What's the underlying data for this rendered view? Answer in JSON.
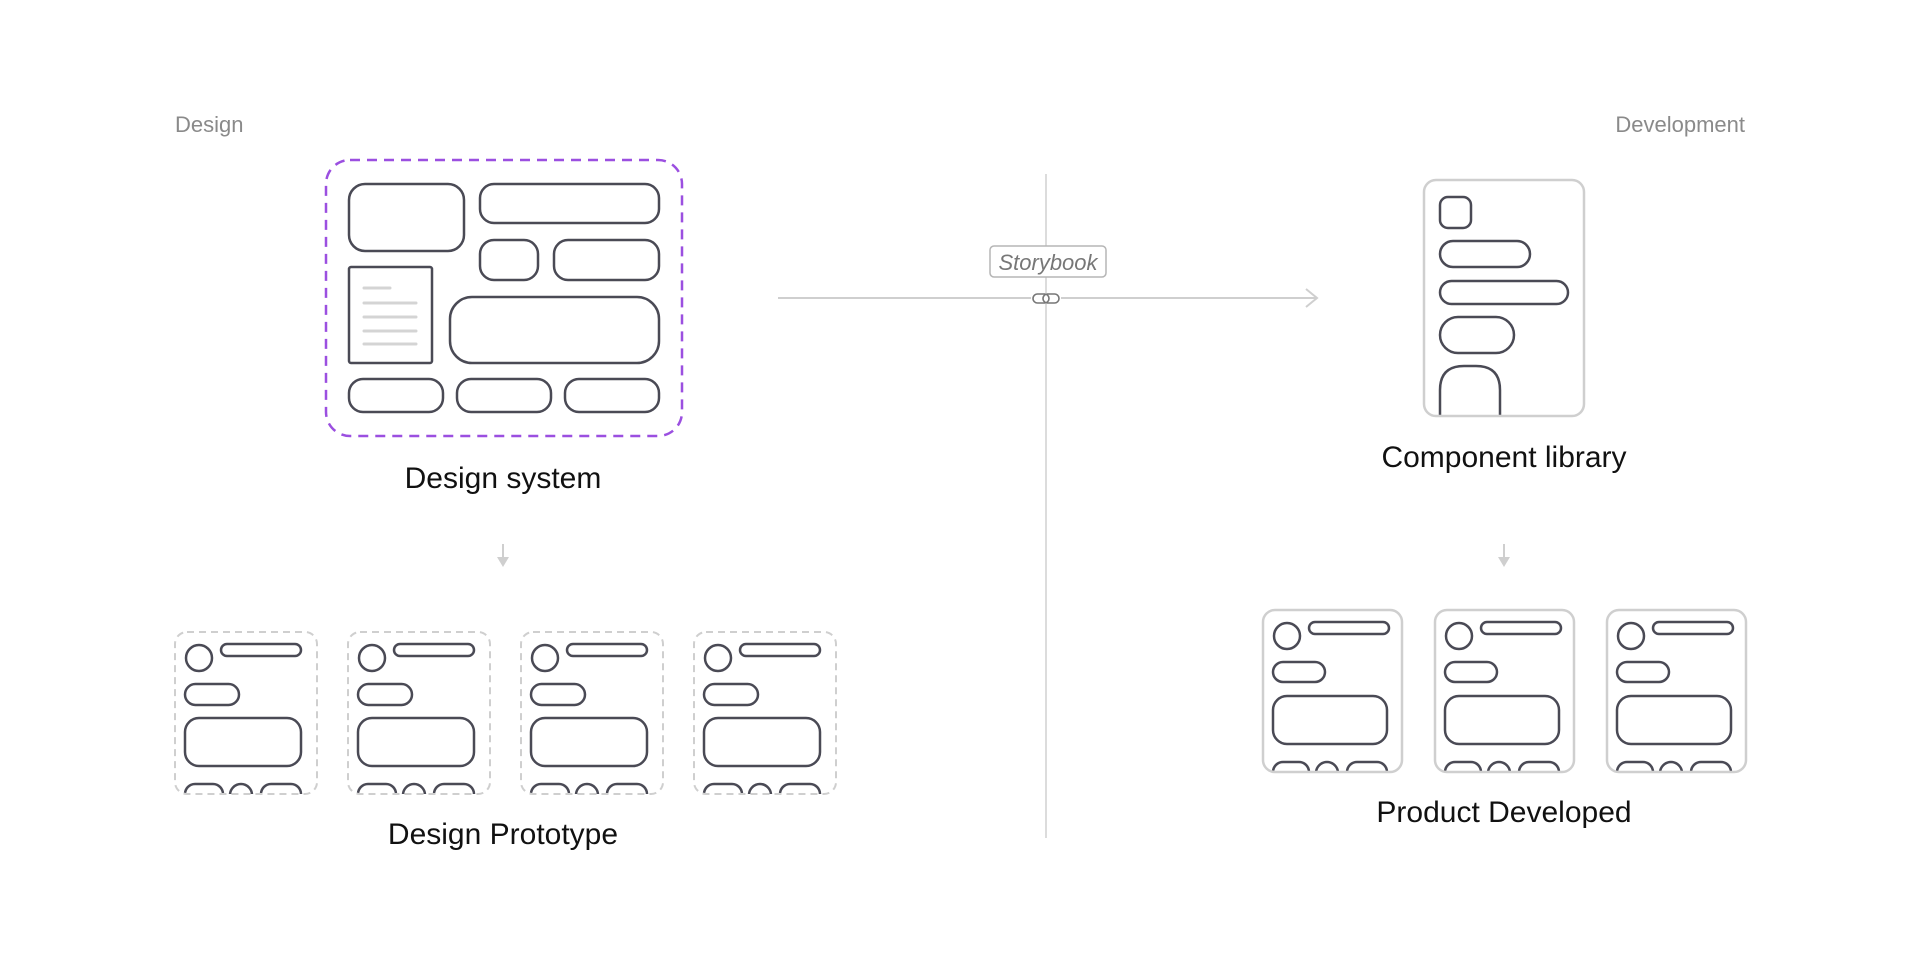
{
  "labels": {
    "design": "Design",
    "development": "Development"
  },
  "titles": {
    "design_system": "Design system",
    "component_library": "Component library",
    "design_prototype": "Design Prototype",
    "product_developed": "Product Developed"
  },
  "connector": {
    "tag": "Storybook",
    "icon": "link-icon"
  },
  "colors": {
    "accent_dashed": "#9b4fe0",
    "stroke": "#4a4a55",
    "light_gray": "#cfcfcf",
    "label_gray": "#8a8a8a",
    "title": "#111111"
  }
}
